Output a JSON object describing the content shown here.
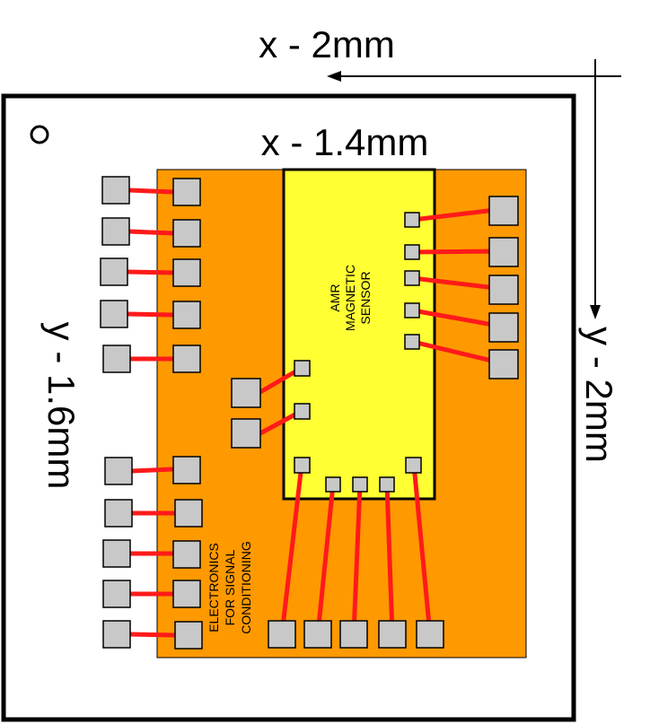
{
  "labels": {
    "outer_x": "x - 2mm",
    "outer_y": "y - 2mm",
    "inner_x": "x - 1.4mm",
    "inner_y": "y - 1.6mm",
    "sensor_line1": "AMR",
    "sensor_line2": "MAGNETIC",
    "sensor_line3": "SENSOR",
    "electronics_line1": "ELECTRONICS",
    "electronics_line2": "FOR SIGNAL",
    "electronics_line3": "CONDITIONING"
  },
  "colors": {
    "package_outline": "#000000",
    "substrate": "#ff9900",
    "sensor_die": "#ffff33",
    "pad": "#c8c8c8",
    "bond_wire": "#ff1a1a"
  }
}
